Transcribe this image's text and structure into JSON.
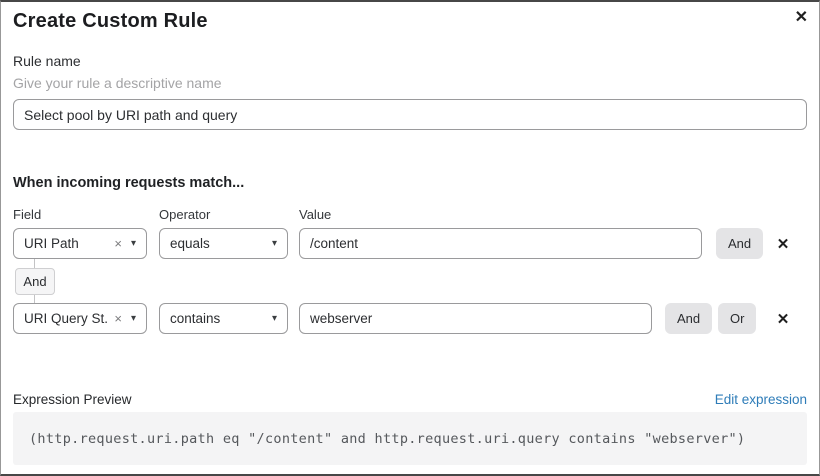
{
  "dialog": {
    "title": "Create Custom Rule"
  },
  "icons": {
    "close": "✕",
    "clear": "×",
    "caret_down": "▾",
    "delete_row": "✕"
  },
  "rule_name": {
    "label": "Rule name",
    "helper": "Give your rule a descriptive name",
    "value": "Select pool by URI path and query"
  },
  "match_section": {
    "heading": "When incoming requests match...",
    "columns": {
      "field": "Field",
      "operator": "Operator",
      "value": "Value"
    },
    "rows": [
      {
        "field": "URI Path",
        "operator": "equals",
        "value": "/content",
        "buttons": [
          "And"
        ]
      },
      {
        "field": "URI Query St...",
        "operator": "contains",
        "value": "webserver",
        "buttons": [
          "And",
          "Or"
        ]
      }
    ],
    "connector": "And"
  },
  "expression": {
    "label": "Expression Preview",
    "edit_link": "Edit expression",
    "code": "(http.request.uri.path eq \"/content\" and http.request.uri.query contains \"webserver\")"
  },
  "colors": {
    "link_blue": "#2e7cb8",
    "code_background": "#f4f4f5",
    "button_gray": "#e4e4e6",
    "border_gray": "#9a9a9c"
  }
}
